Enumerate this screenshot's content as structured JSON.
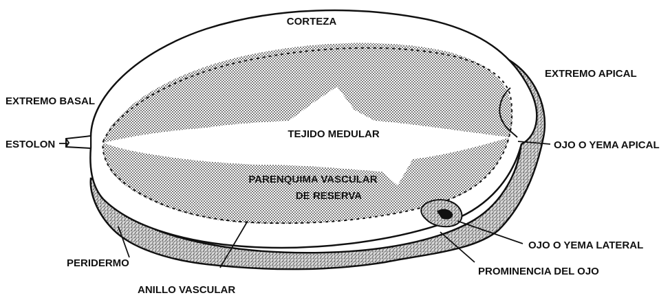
{
  "labels": {
    "corteza": "CORTEZA",
    "extremo_apical": "EXTREMO APICAL",
    "extremo_basal": "EXTREMO BASAL",
    "tejido_medular": "TEJIDO MEDULAR",
    "estolon": "ESTOLON",
    "ojo_apical": "OJO O YEMA  APICAL",
    "parenquima_line1": "PARENQUIMA VASCULAR",
    "parenquima_line2": "DE RESERVA",
    "ojo_lateral": "OJO O YEMA LATERAL",
    "peridermo": "PERIDERMO",
    "prominencia": "PROMINENCIA DEL OJO",
    "anillo_vascular": "ANILLO VASCULAR"
  },
  "colors": {
    "ink": "#111111",
    "background": "#ffffff"
  }
}
